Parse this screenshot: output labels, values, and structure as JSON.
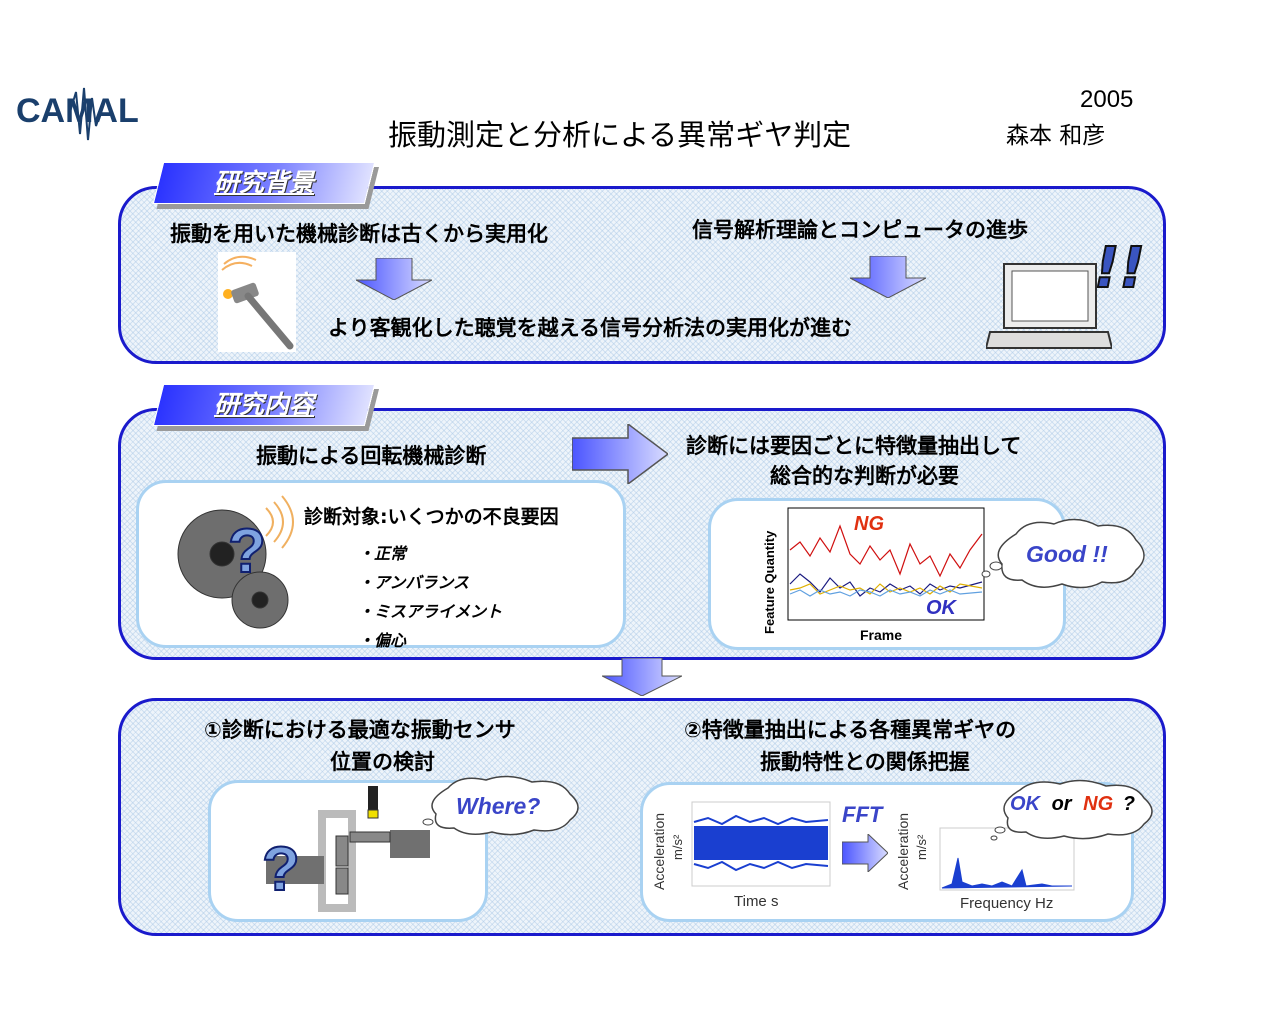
{
  "header": {
    "logo_text": "CAMAL",
    "year": "2005",
    "author": "森本 和彦",
    "title": "振動測定と分析による異常ギヤ判定"
  },
  "section1": {
    "tab": "研究背景",
    "left_text": "振動を用いた機械診断は古くから実用化",
    "right_text": "信号解析理論とコンピュータの進歩",
    "result_text": "より客観化した聴覚を越える信号分析法の実用化が進む",
    "exclaim": "!!"
  },
  "section2": {
    "tab": "研究内容",
    "left_heading": "振動による回転機械診断",
    "right_heading_1": "診断には要因ごとに特徴量抽出して",
    "right_heading_2": "総合的な判断が必要",
    "target_label": "診断対象:いくつかの不良要因",
    "causes": [
      "・正常",
      "・アンバランス",
      "・ミスアライメント",
      "・偏心"
    ],
    "chart": {
      "ylabel": "Feature Quantity",
      "xlabel": "Frame",
      "ng_label": "NG",
      "ok_label": "OK",
      "cloud": "Good !!"
    }
  },
  "section3": {
    "left_heading_1": "①診断における最適な振動センサ",
    "left_heading_2": "位置の検討",
    "right_heading_1": "②特徴量抽出による各種異常ギヤの",
    "right_heading_2": "振動特性との関係把握",
    "where_cloud": "Where?",
    "time_plot": {
      "ylabel_1": "Acceleration",
      "ylabel_2": "m/s²",
      "xlabel": "Time s"
    },
    "fft_label": "FFT",
    "freq_plot": {
      "ylabel_1": "Acceleration",
      "ylabel_2": "m/s²",
      "xlabel": "Frequency Hz"
    },
    "cloud_ok": "OK",
    "cloud_or": "or",
    "cloud_ng": "NG",
    "cloud_q": "?"
  },
  "colors": {
    "border": "#1a1acc",
    "inner": "#a9d2f2",
    "ng": "#e03010",
    "ok": "#3030c0"
  }
}
